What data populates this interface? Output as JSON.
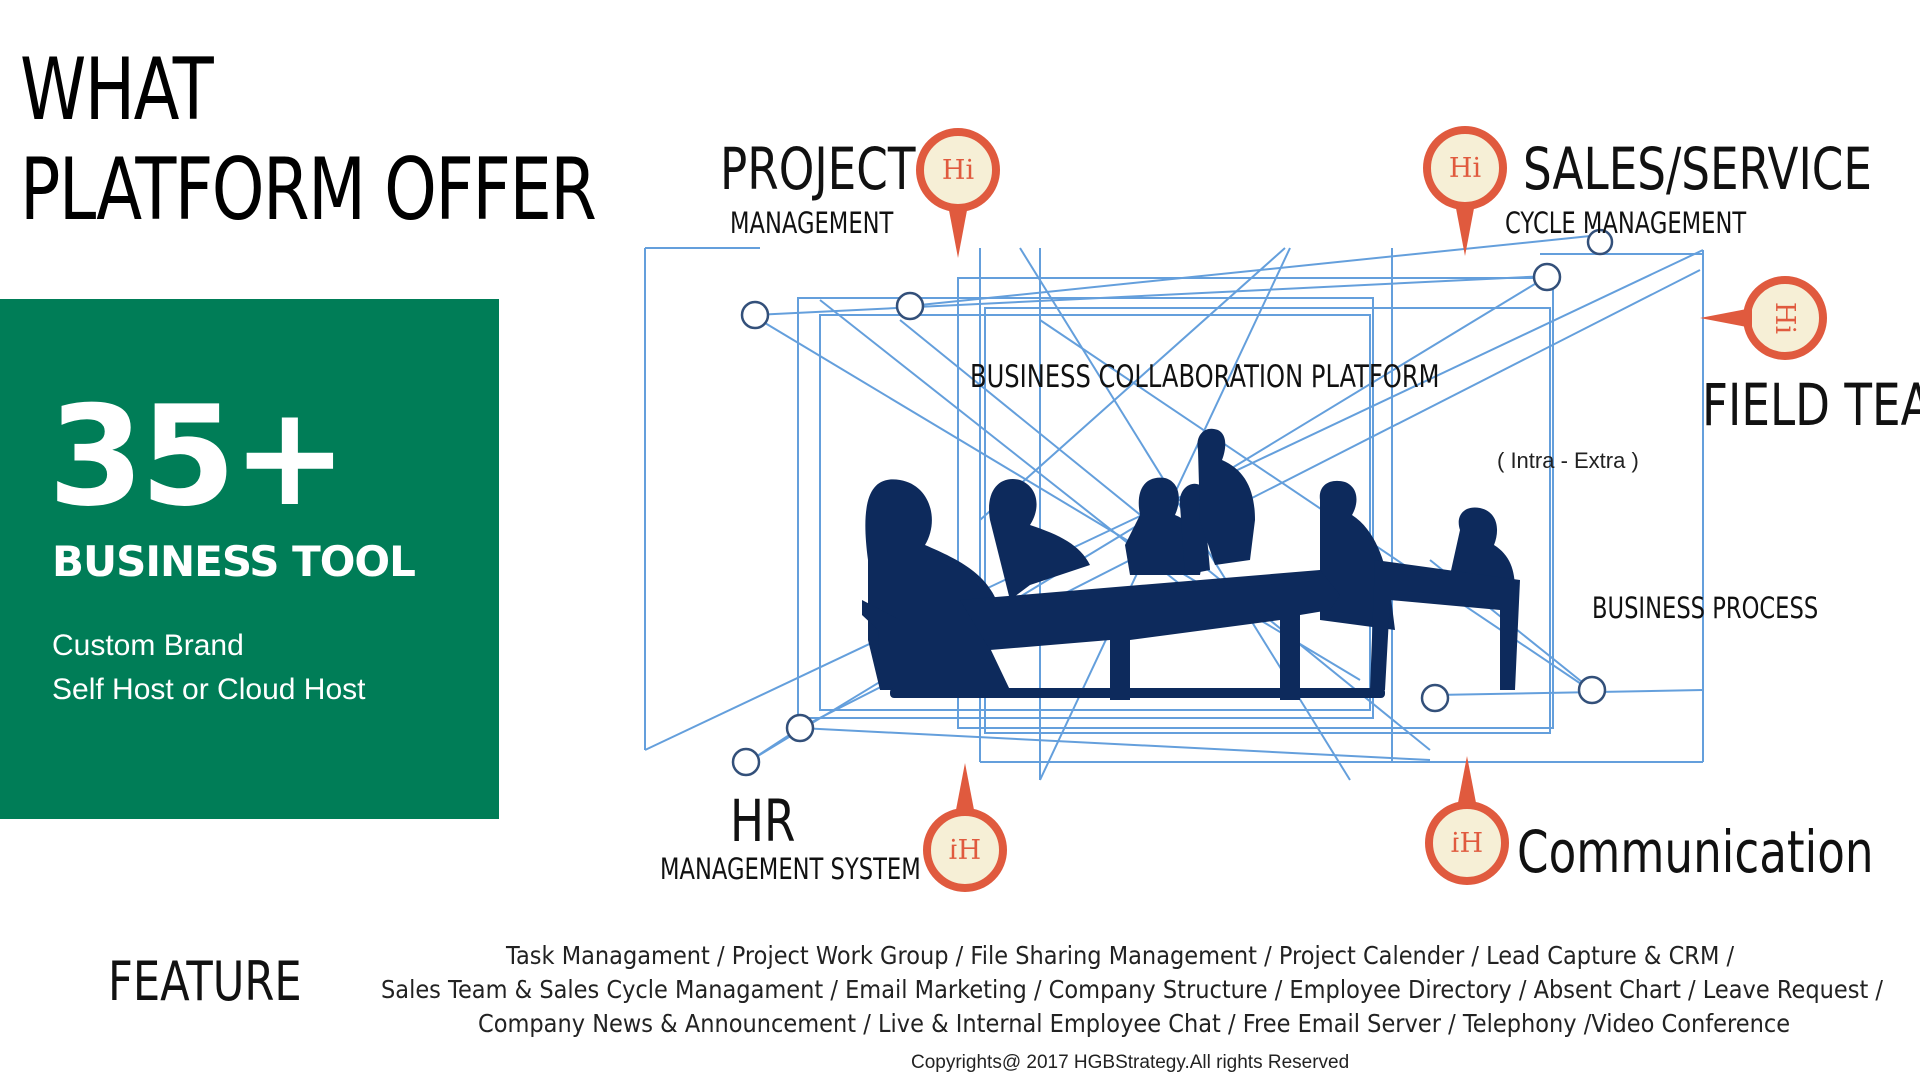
{
  "headline": {
    "line1": "WHAT",
    "line2": "PLATFORM OFFER"
  },
  "panel": {
    "big_number": "35+",
    "title": "BUSINESS TOOL",
    "line1": "Custom Brand",
    "line2": "Self Host or Cloud Host",
    "color": "#007d57"
  },
  "diagram": {
    "center_title": "BUSINESS COLLABORATION PLATFORM",
    "intra_extra": "( Intra - Extra )",
    "business_process": "BUSINESS PROCESS",
    "project": {
      "title": "PROJECT",
      "subtitle": "MANAGEMENT"
    },
    "sales": {
      "title": "SALES/SERVICE",
      "subtitle": "CYCLE MANAGEMENT"
    },
    "field": {
      "title": "FIELD TEAM"
    },
    "hr": {
      "title": "HR",
      "subtitle": "MANAGEMENT SYSTEM"
    },
    "communication": {
      "title": "Communication"
    },
    "bubble_text": "Hi",
    "bubble_color": "#e05a3e",
    "line_color": "#4a8fd6",
    "silhouette_color": "#0d2a5c"
  },
  "feature": {
    "title": "FEATURE",
    "line1": "Task Managament / Project Work Group  / File Sharing Management / Project Calender / Lead Capture & CRM /",
    "line2": "Sales Team & Sales Cycle Managament / Email Marketing / Company Structure / Employee Directory / Absent Chart / Leave Request /",
    "line3": "Company News & Announcement / Live & Internal Employee Chat / Free Email Server / Telephony /Video Conference"
  },
  "copyright": "Copyrights@ 2017 HGBStrategy.All rights Reserved"
}
